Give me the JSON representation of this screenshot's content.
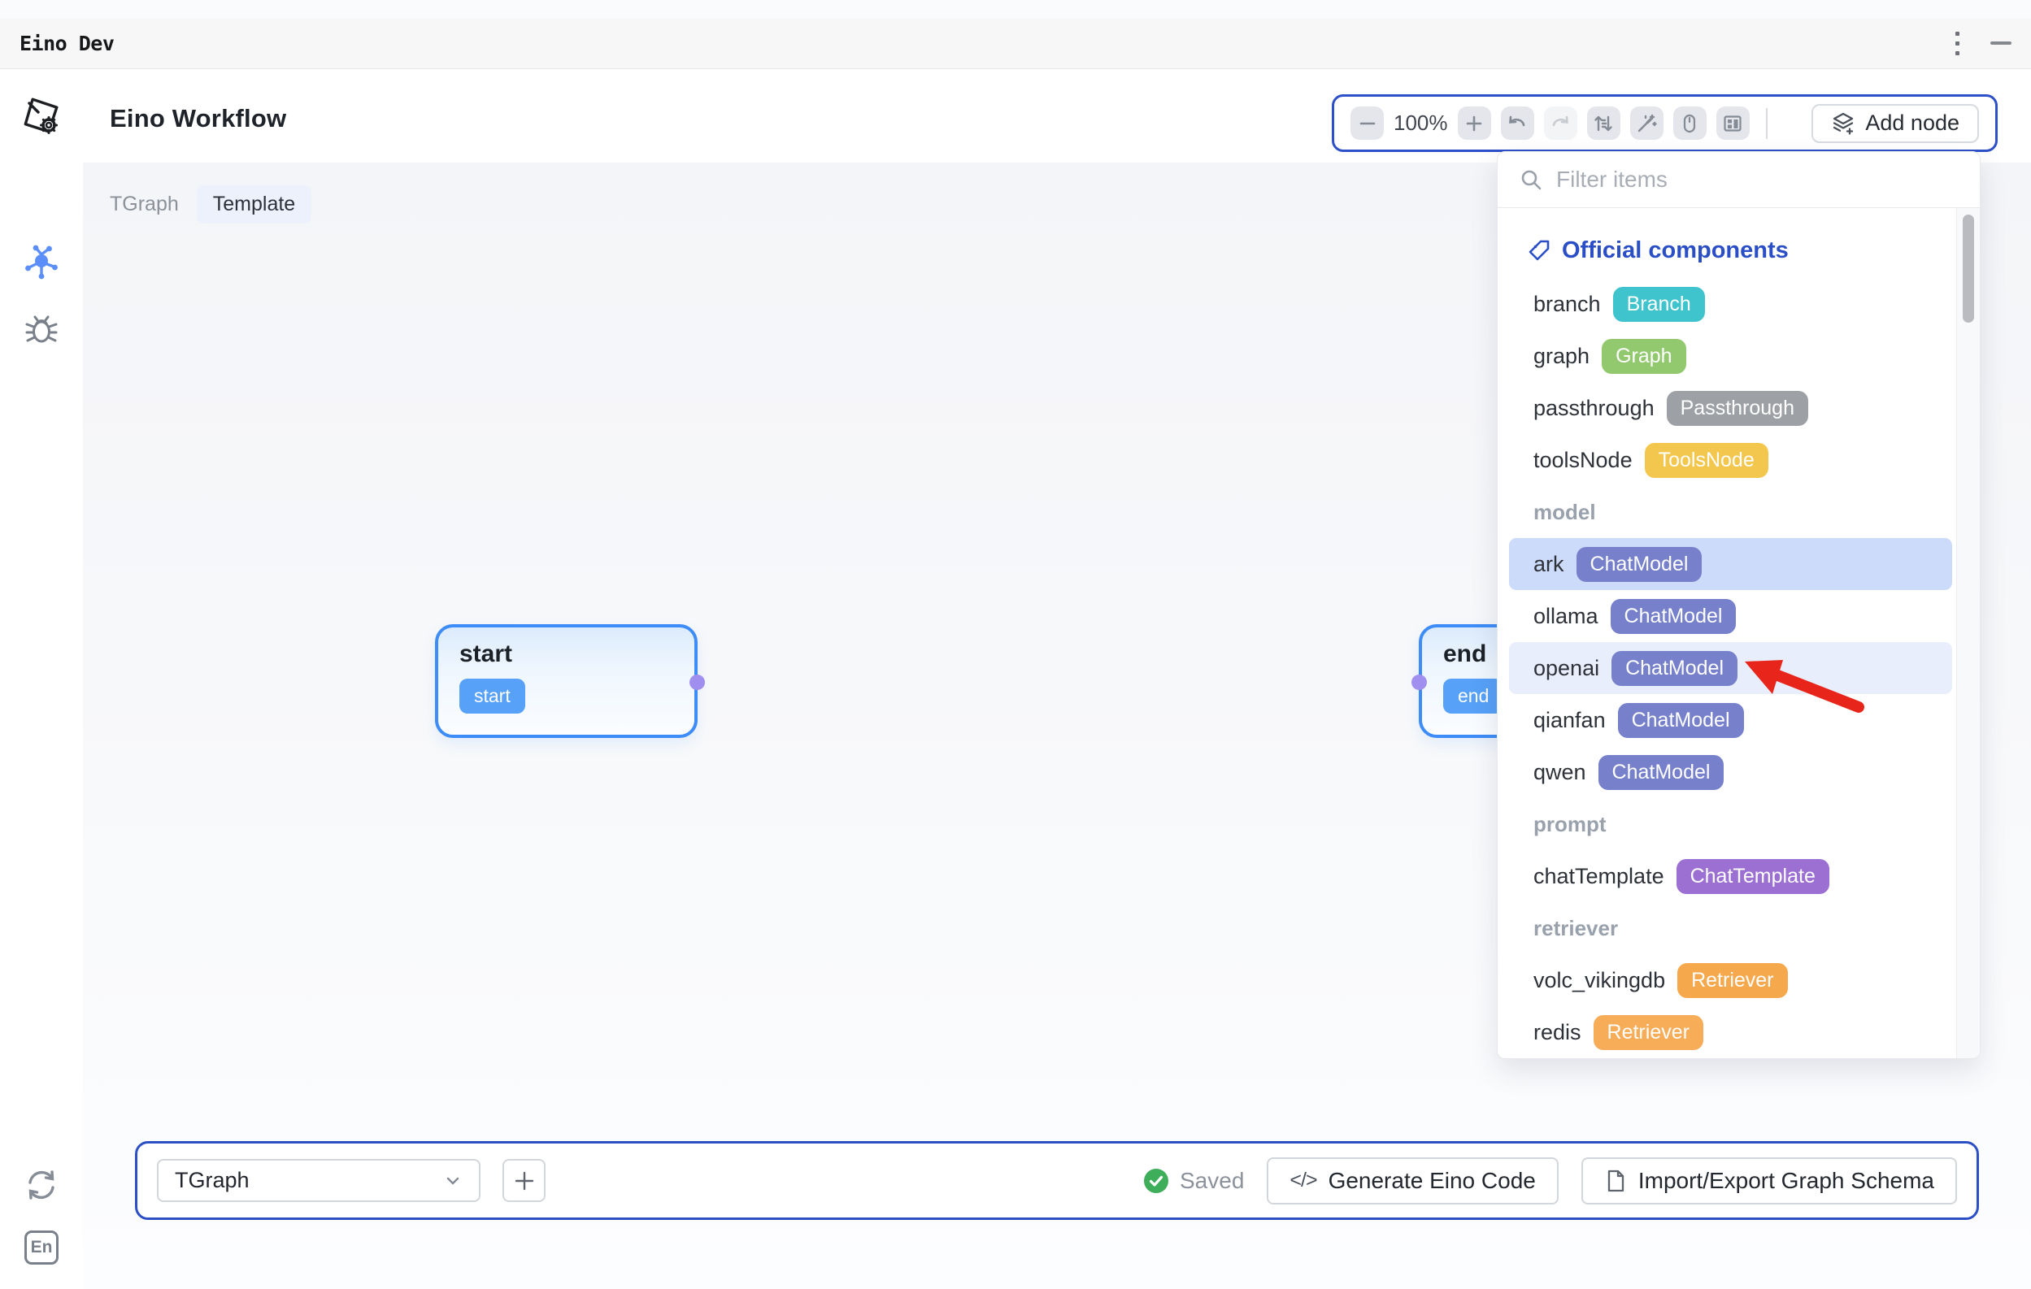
{
  "window": {
    "title": "Eino Dev",
    "controls": {
      "menu_icon": "kebab-menu-icon",
      "minimize_icon": "minimize-icon"
    }
  },
  "sidebar": {
    "icons": [
      "app-logo-icon",
      "workflow-graph-icon",
      "debug-bug-icon",
      "sync-icon",
      "language-icon",
      "help-icon"
    ],
    "language_label": "En"
  },
  "header": {
    "page_title": "Eino Workflow",
    "tab_inactive": "TGraph",
    "tab_active": "Template"
  },
  "toolbar": {
    "zoom_out_label": "−",
    "zoom_level": "100%",
    "zoom_in_label": "+",
    "icons": [
      "undo-icon",
      "redo-icon",
      "auto-layout-icon",
      "magic-wand-icon",
      "mouse-icon",
      "layout-panel-icon"
    ],
    "add_node_label": "Add node"
  },
  "panel": {
    "search_placeholder": "Filter items",
    "header": "Official components",
    "sections": [
      {
        "label": "",
        "items": [
          {
            "name": "branch",
            "badge": "Branch",
            "badge_color": "#3fc3cd",
            "highlight": ""
          },
          {
            "name": "graph",
            "badge": "Graph",
            "badge_color": "#92c96e",
            "highlight": ""
          },
          {
            "name": "passthrough",
            "badge": "Passthrough",
            "badge_color": "#9da0a5",
            "highlight": ""
          },
          {
            "name": "toolsNode",
            "badge": "ToolsNode",
            "badge_color": "#f3c74e",
            "highlight": ""
          }
        ]
      },
      {
        "label": "model",
        "items": [
          {
            "name": "ark",
            "badge": "ChatModel",
            "badge_color": "#7680cb",
            "highlight": "#cddbfa"
          },
          {
            "name": "ollama",
            "badge": "ChatModel",
            "badge_color": "#7680cb",
            "highlight": ""
          },
          {
            "name": "openai",
            "badge": "ChatModel",
            "badge_color": "#7680cb",
            "highlight": "#e8eefc"
          },
          {
            "name": "qianfan",
            "badge": "ChatModel",
            "badge_color": "#7680cb",
            "highlight": ""
          },
          {
            "name": "qwen",
            "badge": "ChatModel",
            "badge_color": "#7680cb",
            "highlight": ""
          }
        ]
      },
      {
        "label": "prompt",
        "items": [
          {
            "name": "chatTemplate",
            "badge": "ChatTemplate",
            "badge_color": "#9c6fd2",
            "highlight": ""
          }
        ]
      },
      {
        "label": "retriever",
        "items": [
          {
            "name": "volc_vikingdb",
            "badge": "Retriever",
            "badge_color": "#f6a84d",
            "highlight": ""
          },
          {
            "name": "redis",
            "badge": "Retriever",
            "badge_color": "#f7ac58",
            "highlight": ""
          }
        ]
      }
    ]
  },
  "canvas": {
    "nodes": [
      {
        "title": "start",
        "badge": "start"
      },
      {
        "title": "end",
        "badge": "end"
      }
    ],
    "annotation": {
      "arrow_color": "#e8251b",
      "points_at": "openai ChatModel badge"
    }
  },
  "footer": {
    "graph_select_value": "TGraph",
    "add_graph_label": "+",
    "saved_label": "Saved",
    "generate_label": "Generate Eino Code",
    "generate_icon_glyph": "</>",
    "import_label": "Import/Export Graph Schema"
  },
  "colors": {
    "accent_blue": "#2d50c8",
    "node_border_blue": "#3e8cf7",
    "node_badge_blue": "#57a1f8",
    "port_purple": "#a18ff0",
    "saved_green": "#3fae5a",
    "panel_header_blue": "#2a4ec6",
    "highlight_strong": "#cddbfa",
    "highlight_soft": "#e8eefc",
    "arrow_red": "#e8251b"
  }
}
